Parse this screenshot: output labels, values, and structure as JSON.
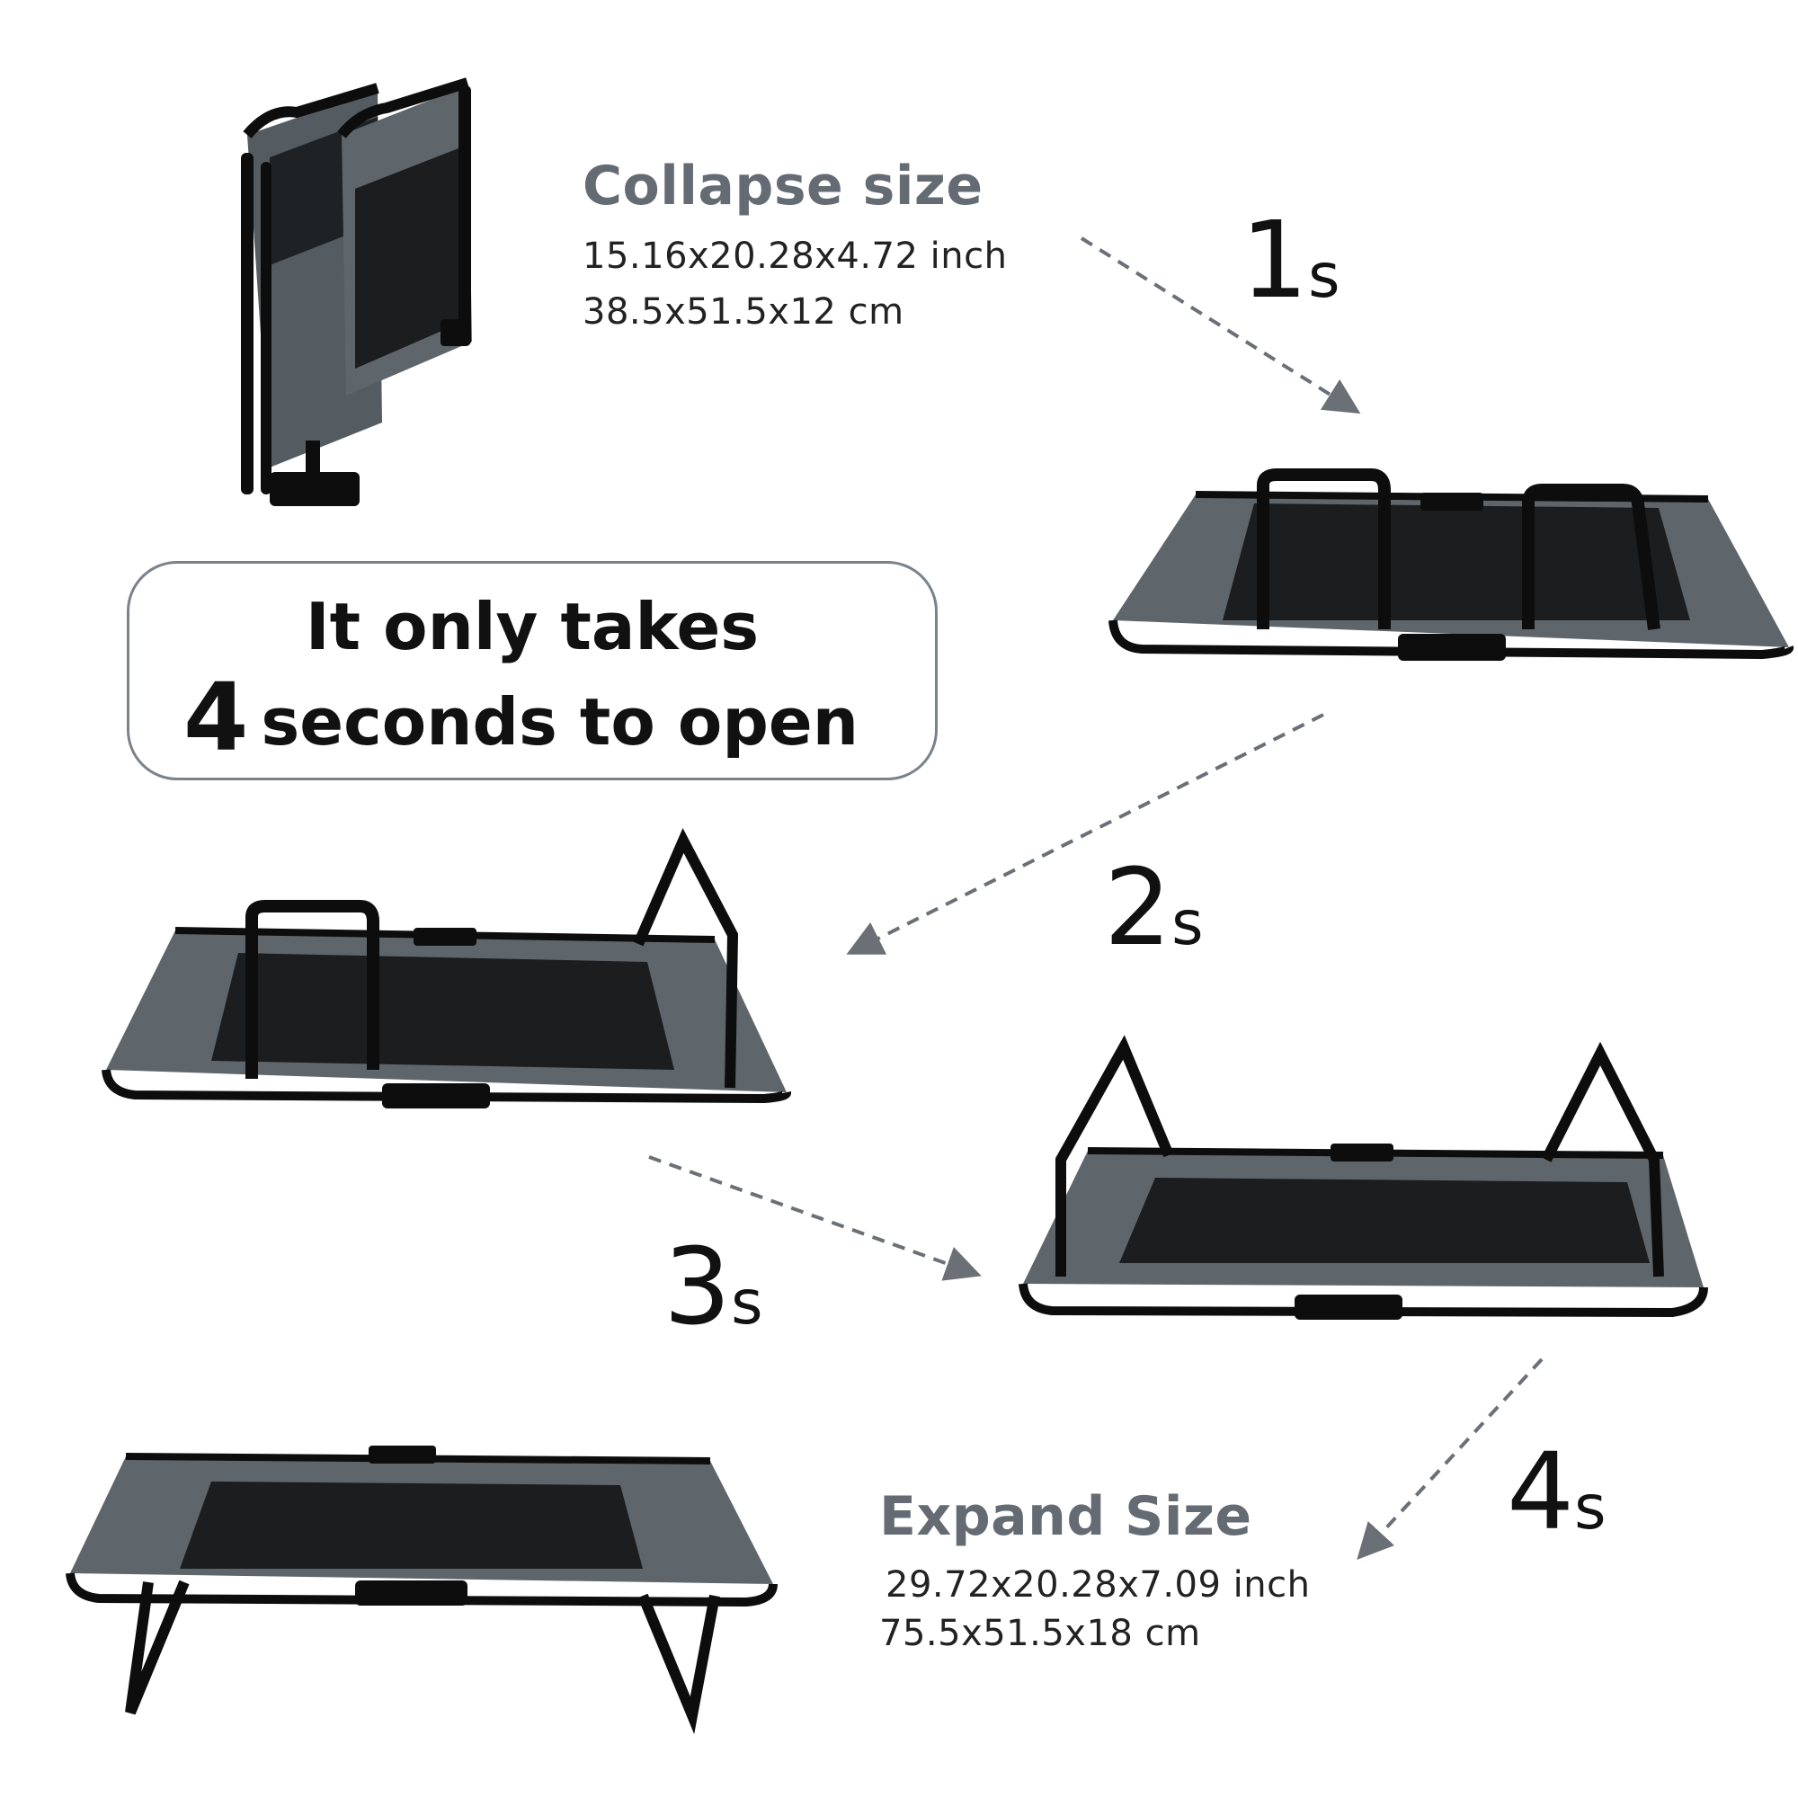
{
  "collapse": {
    "heading": "Collapse size",
    "inch": "15.16x20.28x4.72 inch",
    "cm": "38.5x51.5x12 cm"
  },
  "callout": {
    "line1": "It only takes",
    "line2_number": "4",
    "line2_text": "seconds to open"
  },
  "steps": [
    {
      "num": "1",
      "unit": "s"
    },
    {
      "num": "2",
      "unit": "s"
    },
    {
      "num": "3",
      "unit": "s"
    },
    {
      "num": "4",
      "unit": "s"
    }
  ],
  "expand": {
    "heading": "Expand Size",
    "inch": "29.72x20.28x7.09 inch",
    "cm": "75.5x51.5x18 cm"
  },
  "colors": {
    "fabric_gray": "#5f666b",
    "mesh_black": "#1b1d1f",
    "frame_black": "#0d0d0d",
    "heading_gray": "#646b73",
    "arrow_gray": "#6b7076"
  }
}
